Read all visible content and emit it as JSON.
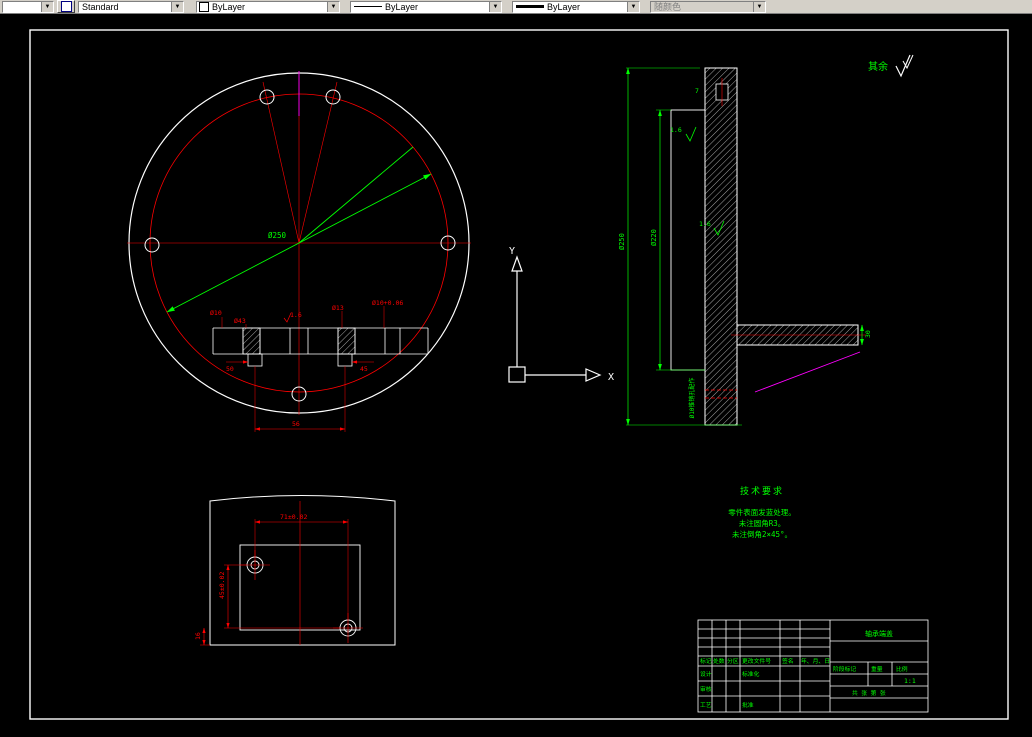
{
  "toolbar": {
    "style_value": "Standard",
    "color_value": "ByLayer",
    "linetype_value": "ByLayer",
    "lineweight_value": "ByLayer",
    "plotstyle_value": "随颜色"
  },
  "annotations": {
    "surface_default": "其余",
    "ucs_x": "X",
    "ucs_y": "Y"
  },
  "front_view": {
    "dia_label": "Ø250",
    "dim_d10": "Ø10",
    "dim_d43": "Ø43",
    "dim_rough": "1.6",
    "dim_d13": "Ø13",
    "dim_d10b": "Ø10+0.06",
    "dim_50": "50",
    "dim_45": "45",
    "dim_56": "56"
  },
  "detail_view": {
    "dim_width": "71±0.02",
    "dim_height": "45±0.02",
    "dim_16": "16"
  },
  "section_view": {
    "dim_outer": "Ø250",
    "dim_inner": "Ø220",
    "dim_7": "7",
    "rough1": "1.6",
    "rough2": "1.6",
    "dim_30": "30",
    "pin_note": "Ø10锥销孔配作"
  },
  "tech_req": {
    "title": "技术要求",
    "line1": "零件表面发蓝处理。",
    "line2": "未注圆角R3。",
    "line3": "未注倒角2×45°。"
  },
  "title_block": {
    "c_biaoji": "标记",
    "c_chushu": "处数",
    "c_fenqu": "分区",
    "c_wenjian": "更改文件号",
    "c_qianming": "签名",
    "c_riqi": "年、月、日",
    "r_sheji": "设计",
    "r_biaozhunhua": "标准化",
    "r_shenhe": "审核",
    "r_gongyi": "工艺",
    "r_pizhun": "批准",
    "part_name": "轴承端盖",
    "l_jieduan": "阶段标记",
    "l_zhongliang": "重量",
    "l_bili": "比例",
    "scale": "1:1",
    "sheet": "共 张 第 张"
  }
}
